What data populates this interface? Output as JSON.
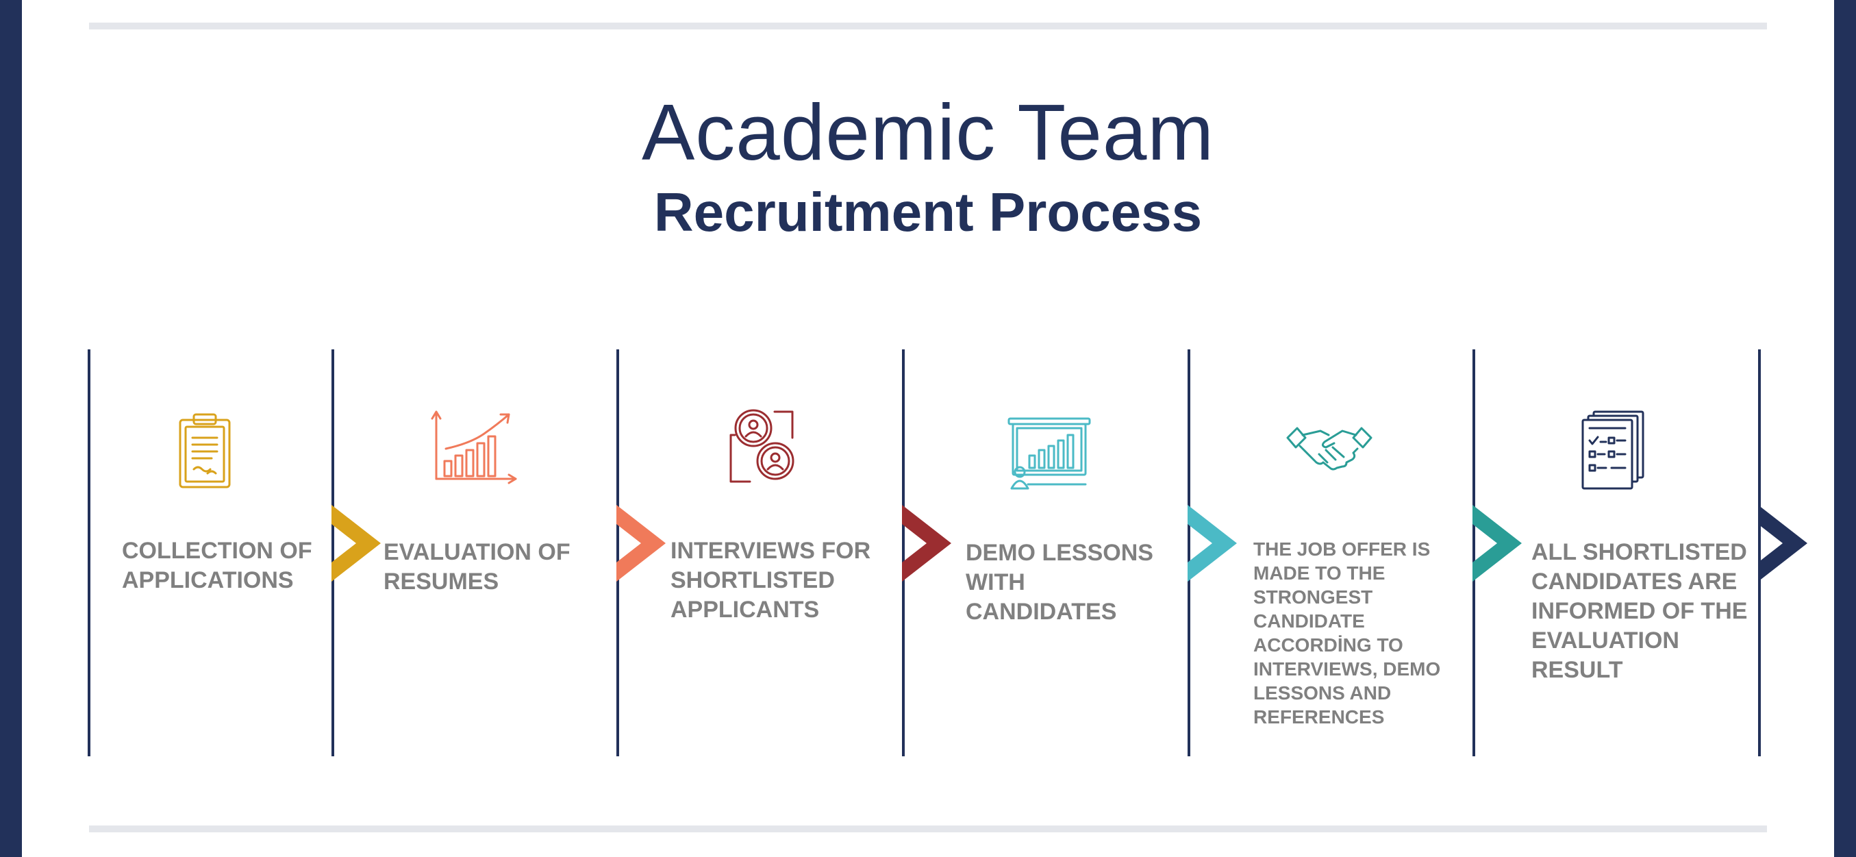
{
  "title": {
    "line1": "Academic Team",
    "line2": "Recruitment Process"
  },
  "colors": {
    "navy": "#22315a",
    "gray_text": "#808080",
    "rule": "#e4e6eb",
    "step1": "#d9a21b",
    "step2": "#f07a5a",
    "step3": "#9b2d30",
    "step4": "#4bbac6",
    "step5": "#2a9d96",
    "step6": "#22315a"
  },
  "steps": [
    {
      "text": "COLLECTION OF APPLICATIONS",
      "icon": "clipboard-icon"
    },
    {
      "text": "EVALUATION OF RESUMES",
      "icon": "growth-chart-icon"
    },
    {
      "text": "INTERVIEWS FOR SHORTLISTED APPLICANTS",
      "icon": "interview-people-icon"
    },
    {
      "text": "DEMO LESSONS WITH CANDIDATES",
      "icon": "presentation-board-icon"
    },
    {
      "text": "THE JOB OFFER IS MADE TO THE STRONGEST CANDIDATE ACCORDİNG TO INTERVIEWS, DEMO LESSONS AND REFERENCES",
      "icon": "handshake-icon"
    },
    {
      "text": "ALL SHORTLISTED CANDIDATES ARE INFORMED OF THE EVALUATION RESULT",
      "icon": "checklist-documents-icon"
    }
  ]
}
